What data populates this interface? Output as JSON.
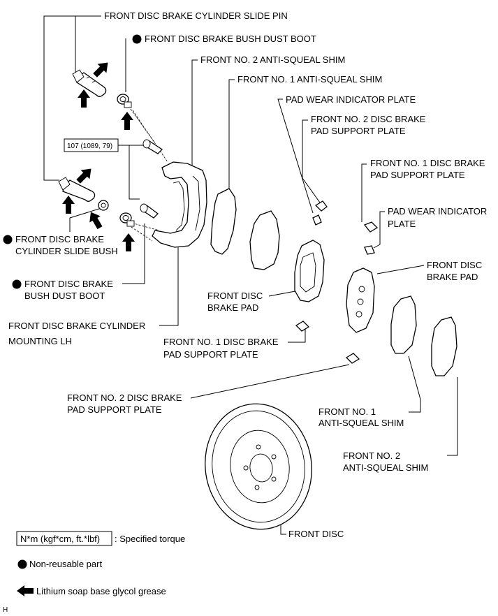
{
  "labels": {
    "slide_pin": "FRONT DISC BRAKE CYLINDER SLIDE PIN",
    "bush_dust_boot_top": "FRONT DISC BRAKE BUSH DUST BOOT",
    "no2_anti_squeal_shim_top": "FRONT NO. 2 ANTI-SQUEAL SHIM",
    "no1_anti_squeal_shim_top": "FRONT NO. 1 ANTI-SQUEAL SHIM",
    "pad_wear_indicator_top": "PAD WEAR INDICATOR PLATE",
    "no2_support_plate_top_l1": "FRONT NO. 2 DISC BRAKE",
    "no2_support_plate_top_l2": "PAD SUPPORT PLATE",
    "no1_support_plate_right_l1": "FRONT NO. 1 DISC BRAKE",
    "no1_support_plate_right_l2": "PAD SUPPORT PLATE",
    "pad_wear_indicator_right_l1": "PAD WEAR INDICATOR",
    "pad_wear_indicator_right_l2": "PLATE",
    "front_pad_right_l1": "FRONT DISC",
    "front_pad_right_l2": "BRAKE PAD",
    "slide_bush_l1": "FRONT DISC BRAKE",
    "slide_bush_l2": "CYLINDER SLIDE BUSH",
    "bush_dust_boot_left_l1": "FRONT DISC BRAKE",
    "bush_dust_boot_left_l2": "BUSH DUST BOOT",
    "front_pad_center_l1": "FRONT DISC",
    "front_pad_center_l2": "BRAKE PAD",
    "mounting_l1": "FRONT DISC BRAKE CYLINDER",
    "mounting_l2": "MOUNTING LH",
    "no1_support_plate_center_l1": "FRONT NO. 1 DISC BRAKE",
    "no1_support_plate_center_l2": "PAD SUPPORT PLATE",
    "no2_support_plate_bottom_l1": "FRONT NO. 2 DISC BRAKE",
    "no2_support_plate_bottom_l2": "PAD SUPPORT PLATE",
    "no1_shim_bottom_l1": "FRONT NO. 1",
    "no1_shim_bottom_l2": "ANTI-SQUEAL SHIM",
    "no2_shim_bottom_l1": "FRONT NO. 2",
    "no2_shim_bottom_l2": "ANTI-SQUEAL SHIM",
    "front_disc": "FRONT DISC"
  },
  "torque_value": "107 (1089, 79)",
  "legend": {
    "torque_box": "N*m (kgf*cm, ft.*lbf)",
    "torque_text": ": Specified torque",
    "non_reusable": "Non-reusable part",
    "grease": "Lithium soap base glycol grease"
  },
  "corner_mark": "H"
}
